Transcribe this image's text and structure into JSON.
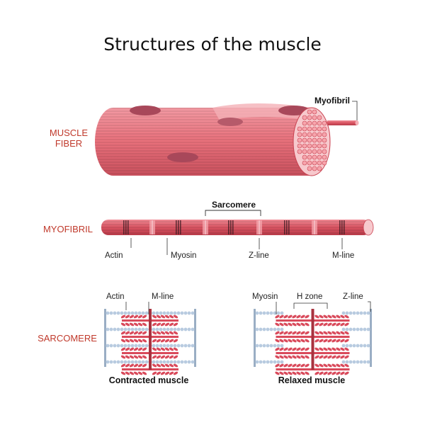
{
  "title": "Structures of the muscle",
  "muscle_fiber": {
    "label_line1": "MUSCLE",
    "label_line2": "FIBER",
    "myofibril_callout": "Myofibril"
  },
  "myofibril": {
    "label": "MYOFIBRIL",
    "sarcomere_bracket": "Sarcomere",
    "actin": "Actin",
    "myosin": "Myosin",
    "zline": "Z-line",
    "mline": "M-line"
  },
  "sarcomere": {
    "label": "SARCOMERE",
    "contracted": {
      "actin": "Actin",
      "mline": "M-line",
      "caption": "Contracted muscle"
    },
    "relaxed": {
      "myosin": "Myosin",
      "hzone": "H zone",
      "zline": "Z-line",
      "caption": "Relaxed muscle"
    }
  },
  "colors": {
    "fiber": "#e8707b",
    "fiber_dark": "#c9404f",
    "fiber_light": "#f6a5ad",
    "side_label": "#c0392b",
    "actin": "#b8cbe0",
    "myosin": "#d94a5b",
    "zline": "#9aaec4",
    "mline": "#a8323f"
  }
}
